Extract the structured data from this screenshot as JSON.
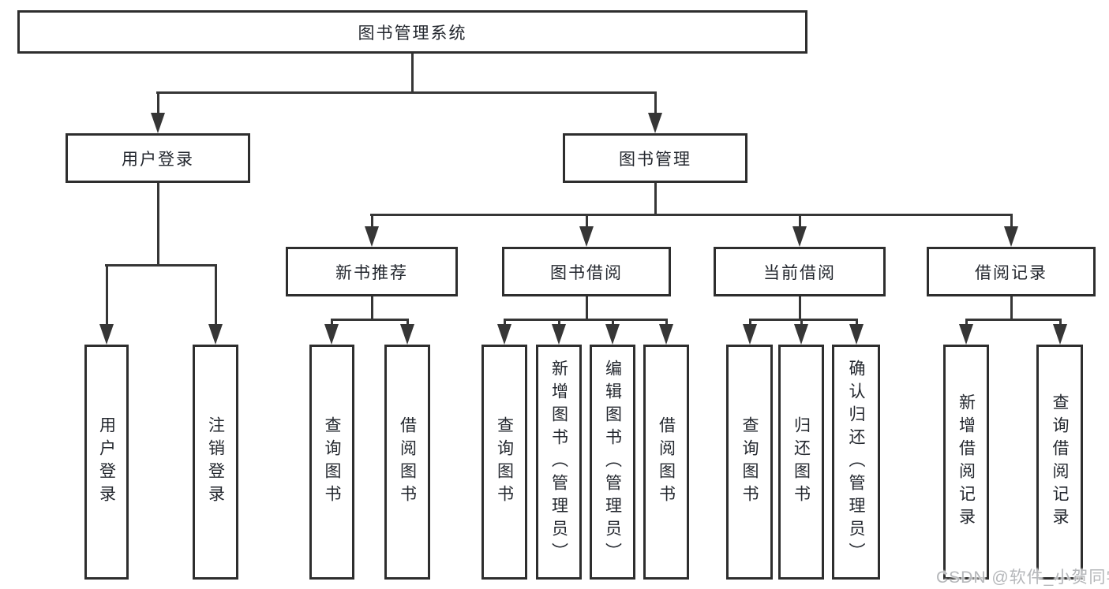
{
  "tree": {
    "root": {
      "label": "图书管理系统"
    },
    "children": [
      {
        "label": "用户登录",
        "children": [
          {
            "label": "用户登录"
          },
          {
            "label": "注销登录"
          }
        ]
      },
      {
        "label": "图书管理",
        "children": [
          {
            "label": "新书推荐",
            "children": [
              {
                "label": "查询图书"
              },
              {
                "label": "借阅图书"
              }
            ]
          },
          {
            "label": "图书借阅",
            "children": [
              {
                "label": "查询图书"
              },
              {
                "label": "新增图书（管理员）"
              },
              {
                "label": "编辑图书（管理员）"
              },
              {
                "label": "借阅图书"
              }
            ]
          },
          {
            "label": "当前借阅",
            "children": [
              {
                "label": "查询图书"
              },
              {
                "label": "归还图书"
              },
              {
                "label": "确认归还（管理员）"
              }
            ]
          },
          {
            "label": "借阅记录",
            "children": [
              {
                "label": "新增借阅记录"
              },
              {
                "label": "查询借阅记录"
              }
            ]
          }
        ]
      }
    ]
  },
  "watermark": {
    "text": "CSDN @软件_小贺同学"
  },
  "colors": {
    "background": "#ffffff",
    "line": "#363636",
    "box_border": "#2e2e2e",
    "text": "#23272e",
    "watermark": "#b5b7ba"
  }
}
